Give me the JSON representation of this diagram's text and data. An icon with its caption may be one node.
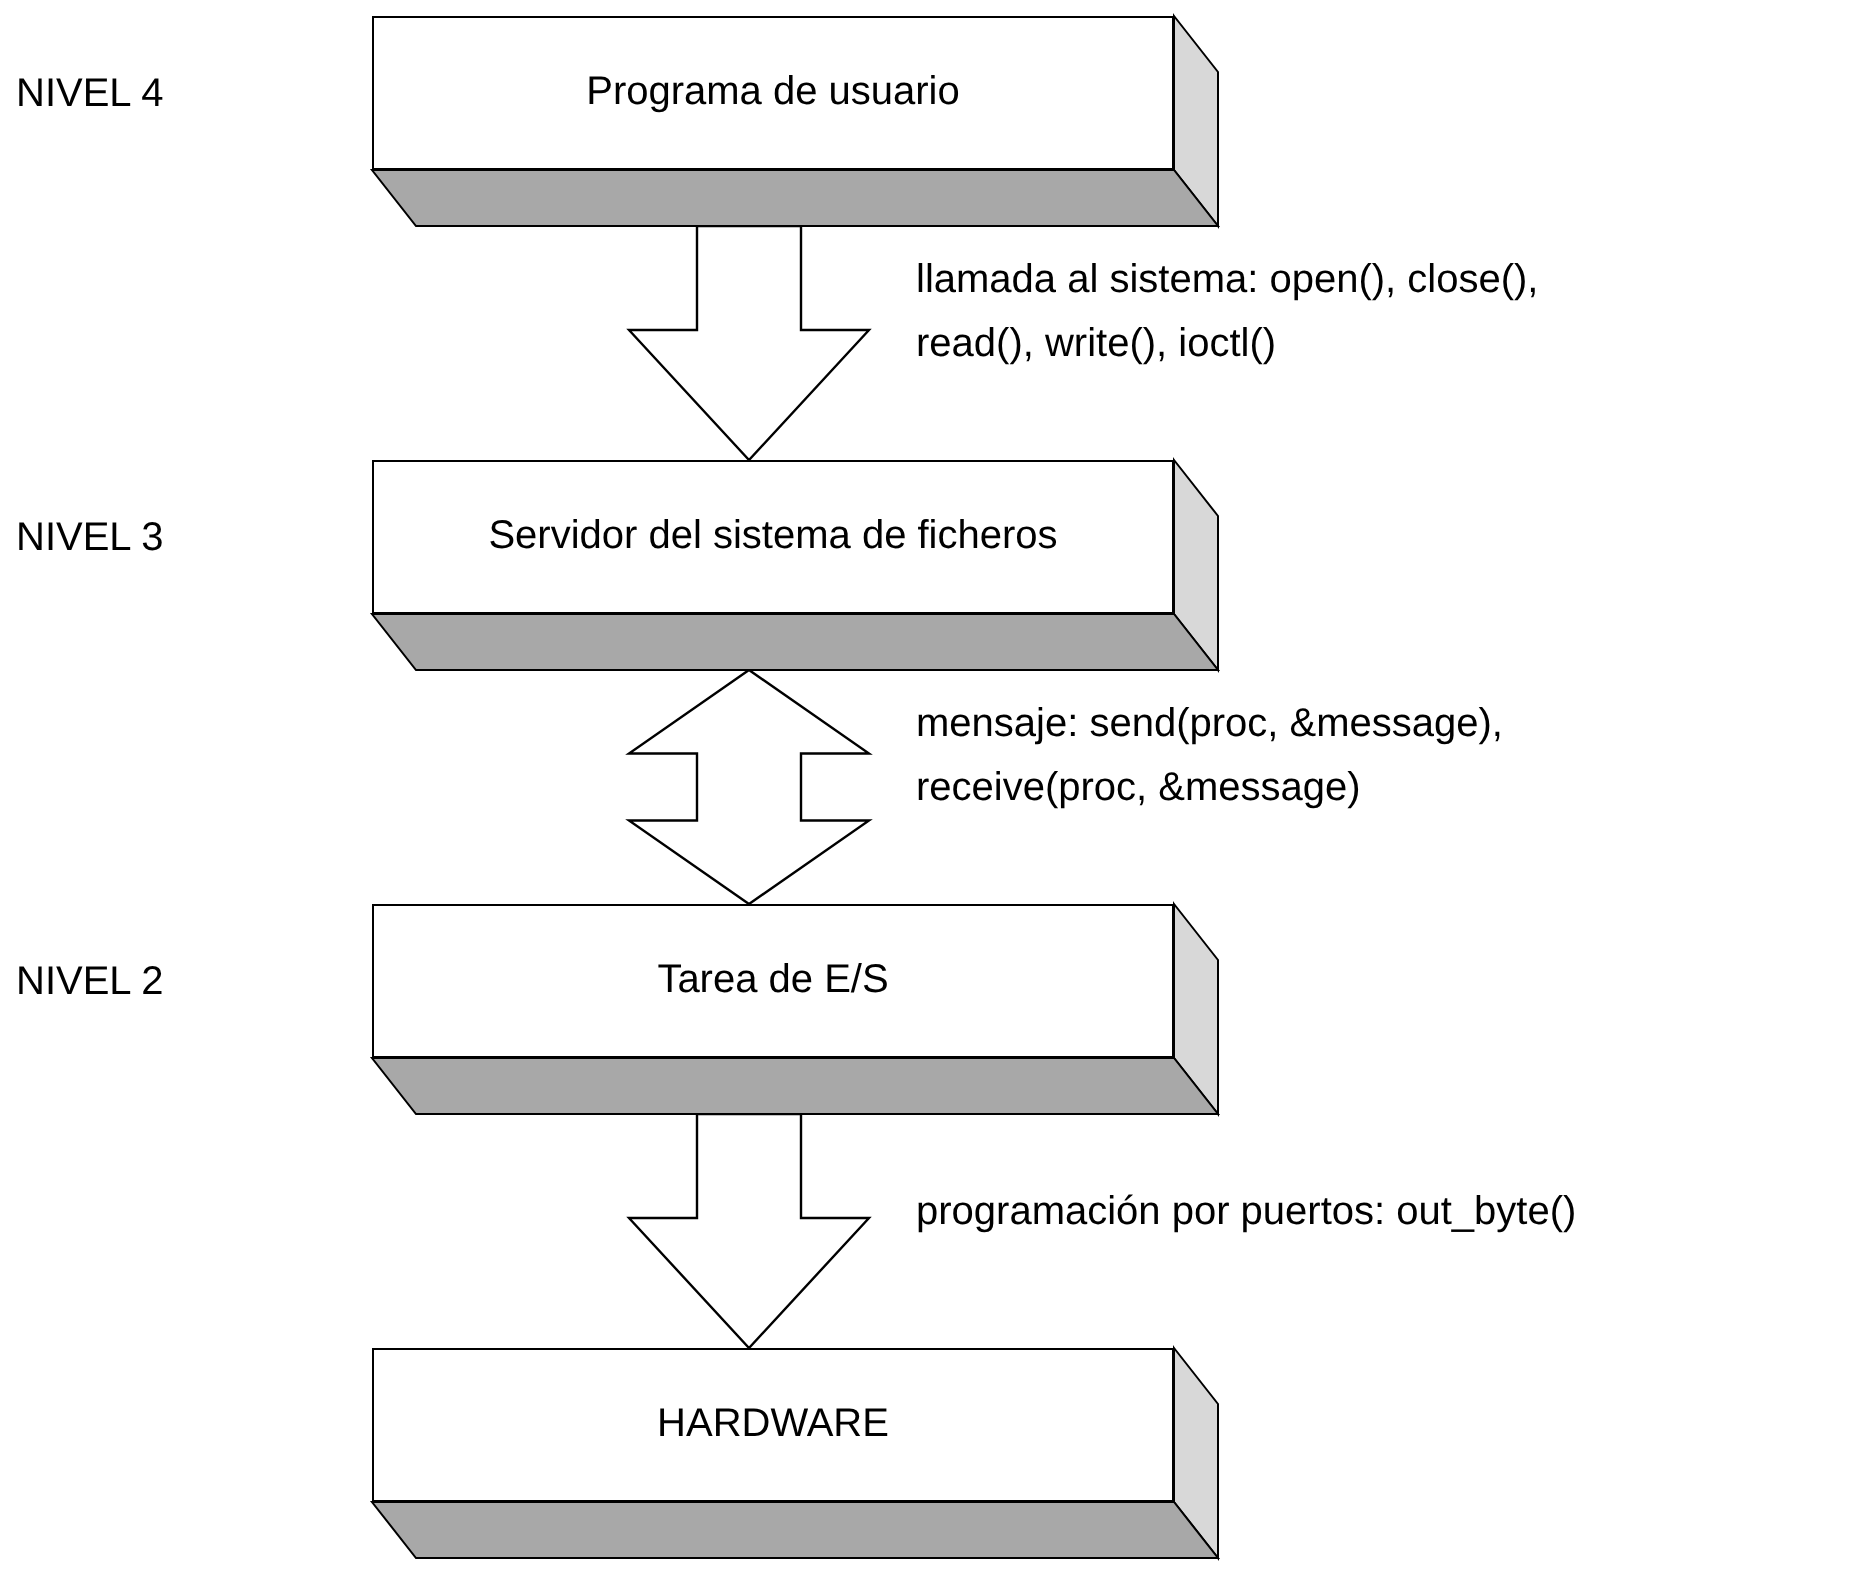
{
  "diagram": {
    "nodes": [
      {
        "text": [
          "Programa de usuario"
        ]
      },
      {
        "text": [
          "Servidor del sistema de ficheros"
        ]
      },
      {
        "text": [
          "Tarea de E/S"
        ]
      },
      {
        "text": [
          "HARDWARE"
        ]
      }
    ],
    "edges": [
      {
        "from": 0,
        "to": 1,
        "arrow": "to",
        "label": "llamada al sistema: open(), close(), read(), write(), ioctl()"
      },
      {
        "from": 1,
        "to": 2,
        "arrow": "both",
        "label": "mensaje: send(proc, &message), receive(proc, &message)"
      },
      {
        "from": 2,
        "to": 3,
        "arrow": "to",
        "label": "programación por puertos: out_byte()"
      }
    ],
    "labels": [
      "NIVEL 4",
      "NIVEL 3",
      "NIVEL 2"
    ]
  }
}
